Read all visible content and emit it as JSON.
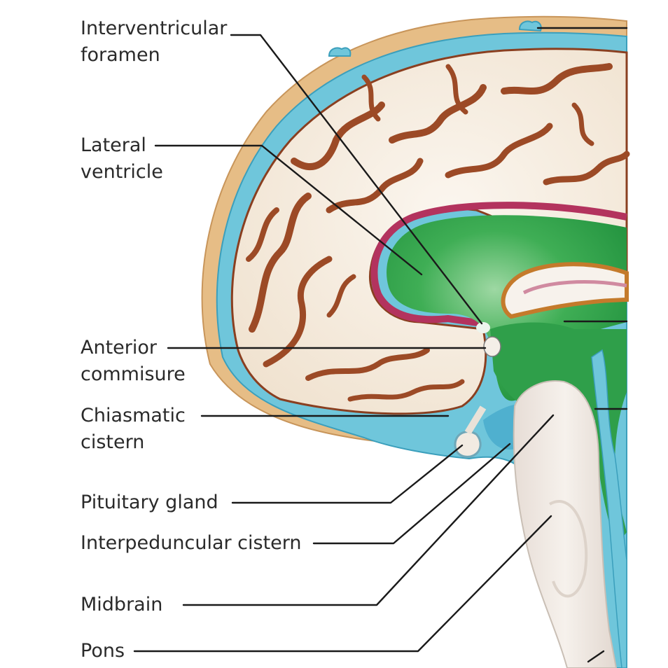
{
  "labels": {
    "interventricular_foramen": [
      "Interventricular",
      "foramen"
    ],
    "lateral_ventricle": [
      "Lateral",
      "ventricle"
    ],
    "anterior_commisure": [
      "Anterior",
      "commisure"
    ],
    "chiasmatic_cistern": [
      "Chiasmatic",
      "cistern"
    ],
    "pituitary_gland": "Pituitary gland",
    "interpeduncular_cistern": "Interpeduncular cistern",
    "midbrain": "Midbrain",
    "pons": "Pons"
  },
  "colors": {
    "skull": "#e6bd86",
    "csf": "#6fc6db",
    "cortex_fill": "#f5ece0",
    "cortex_gyri": "#9c4a26",
    "ventricle": "#2f9f4a",
    "ventricle_border": "#b3335e",
    "corpus_callosum": "#f7f2ec",
    "brainstem": "#ede6df",
    "leader_line": "#1a1a1a"
  }
}
